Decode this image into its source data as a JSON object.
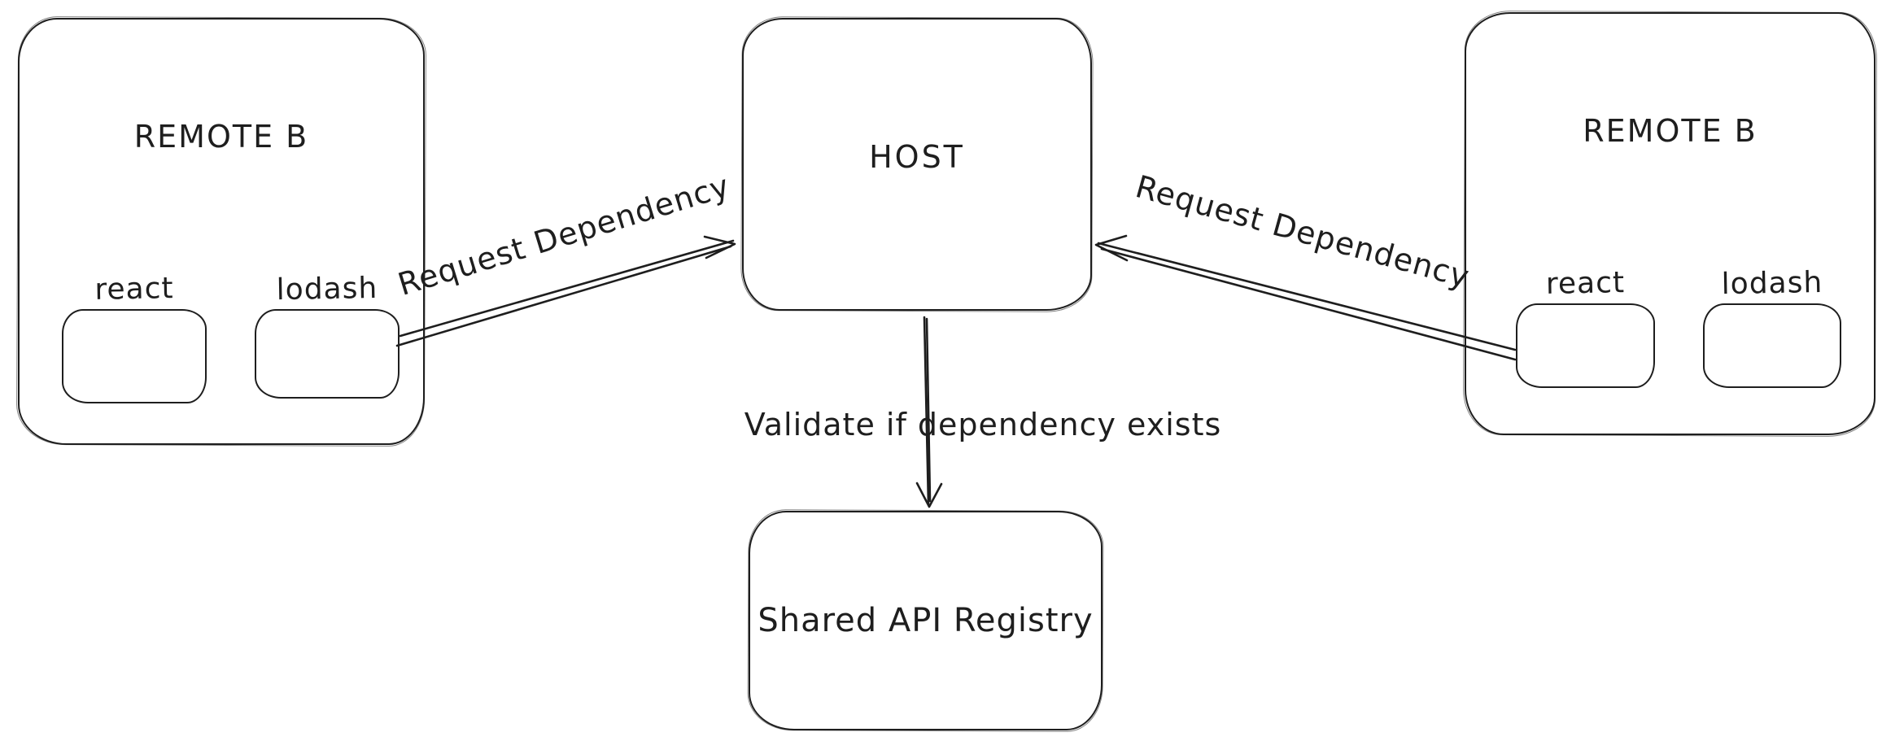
{
  "canvas": {
    "background": "#ffffff",
    "stroke_color": "#1e1e1e"
  },
  "nodes": {
    "remote_left": {
      "title": "REMOTE B",
      "packages": [
        {
          "label": "react"
        },
        {
          "label": "lodash"
        }
      ]
    },
    "host": {
      "title": "HOST"
    },
    "remote_right": {
      "title": "REMOTE B",
      "packages": [
        {
          "label": "react"
        },
        {
          "label": "lodash"
        }
      ]
    },
    "registry": {
      "title": "Shared API Registry"
    }
  },
  "edges": [
    {
      "id": "left-request",
      "from": "remote_left",
      "to": "host",
      "label": "Request Dependency"
    },
    {
      "id": "right-request",
      "from": "remote_right",
      "to": "host",
      "label": "Request Dependency"
    },
    {
      "id": "validate",
      "from": "host",
      "to": "registry",
      "label": "Validate if dependency exists"
    }
  ]
}
